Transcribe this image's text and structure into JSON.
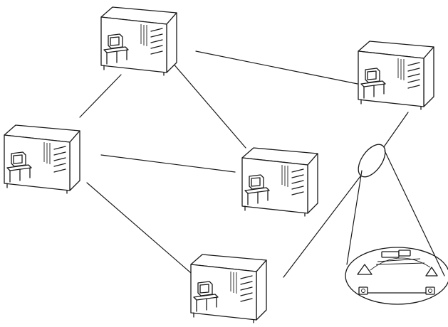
{
  "colors": {
    "background": "#ffffff",
    "ink": "#1a1a1a"
  },
  "icons": {
    "node": "mainframe-cabinet-icon",
    "gateway": "gateway-ellipse-icon",
    "lan": "local-network-cluster-icon"
  },
  "nodes": [
    {
      "id": "node-top-left"
    },
    {
      "id": "node-left"
    },
    {
      "id": "node-center"
    },
    {
      "id": "node-bottom"
    },
    {
      "id": "node-top-right"
    }
  ],
  "links": [
    {
      "from": "node-top-left",
      "to": "node-left"
    },
    {
      "from": "node-top-left",
      "to": "node-center"
    },
    {
      "from": "node-top-left",
      "to": "node-top-right"
    },
    {
      "from": "node-left",
      "to": "node-center"
    },
    {
      "from": "node-left",
      "to": "node-bottom"
    },
    {
      "from": "node-bottom",
      "to": "gateway"
    },
    {
      "from": "node-top-right",
      "to": "gateway"
    }
  ]
}
